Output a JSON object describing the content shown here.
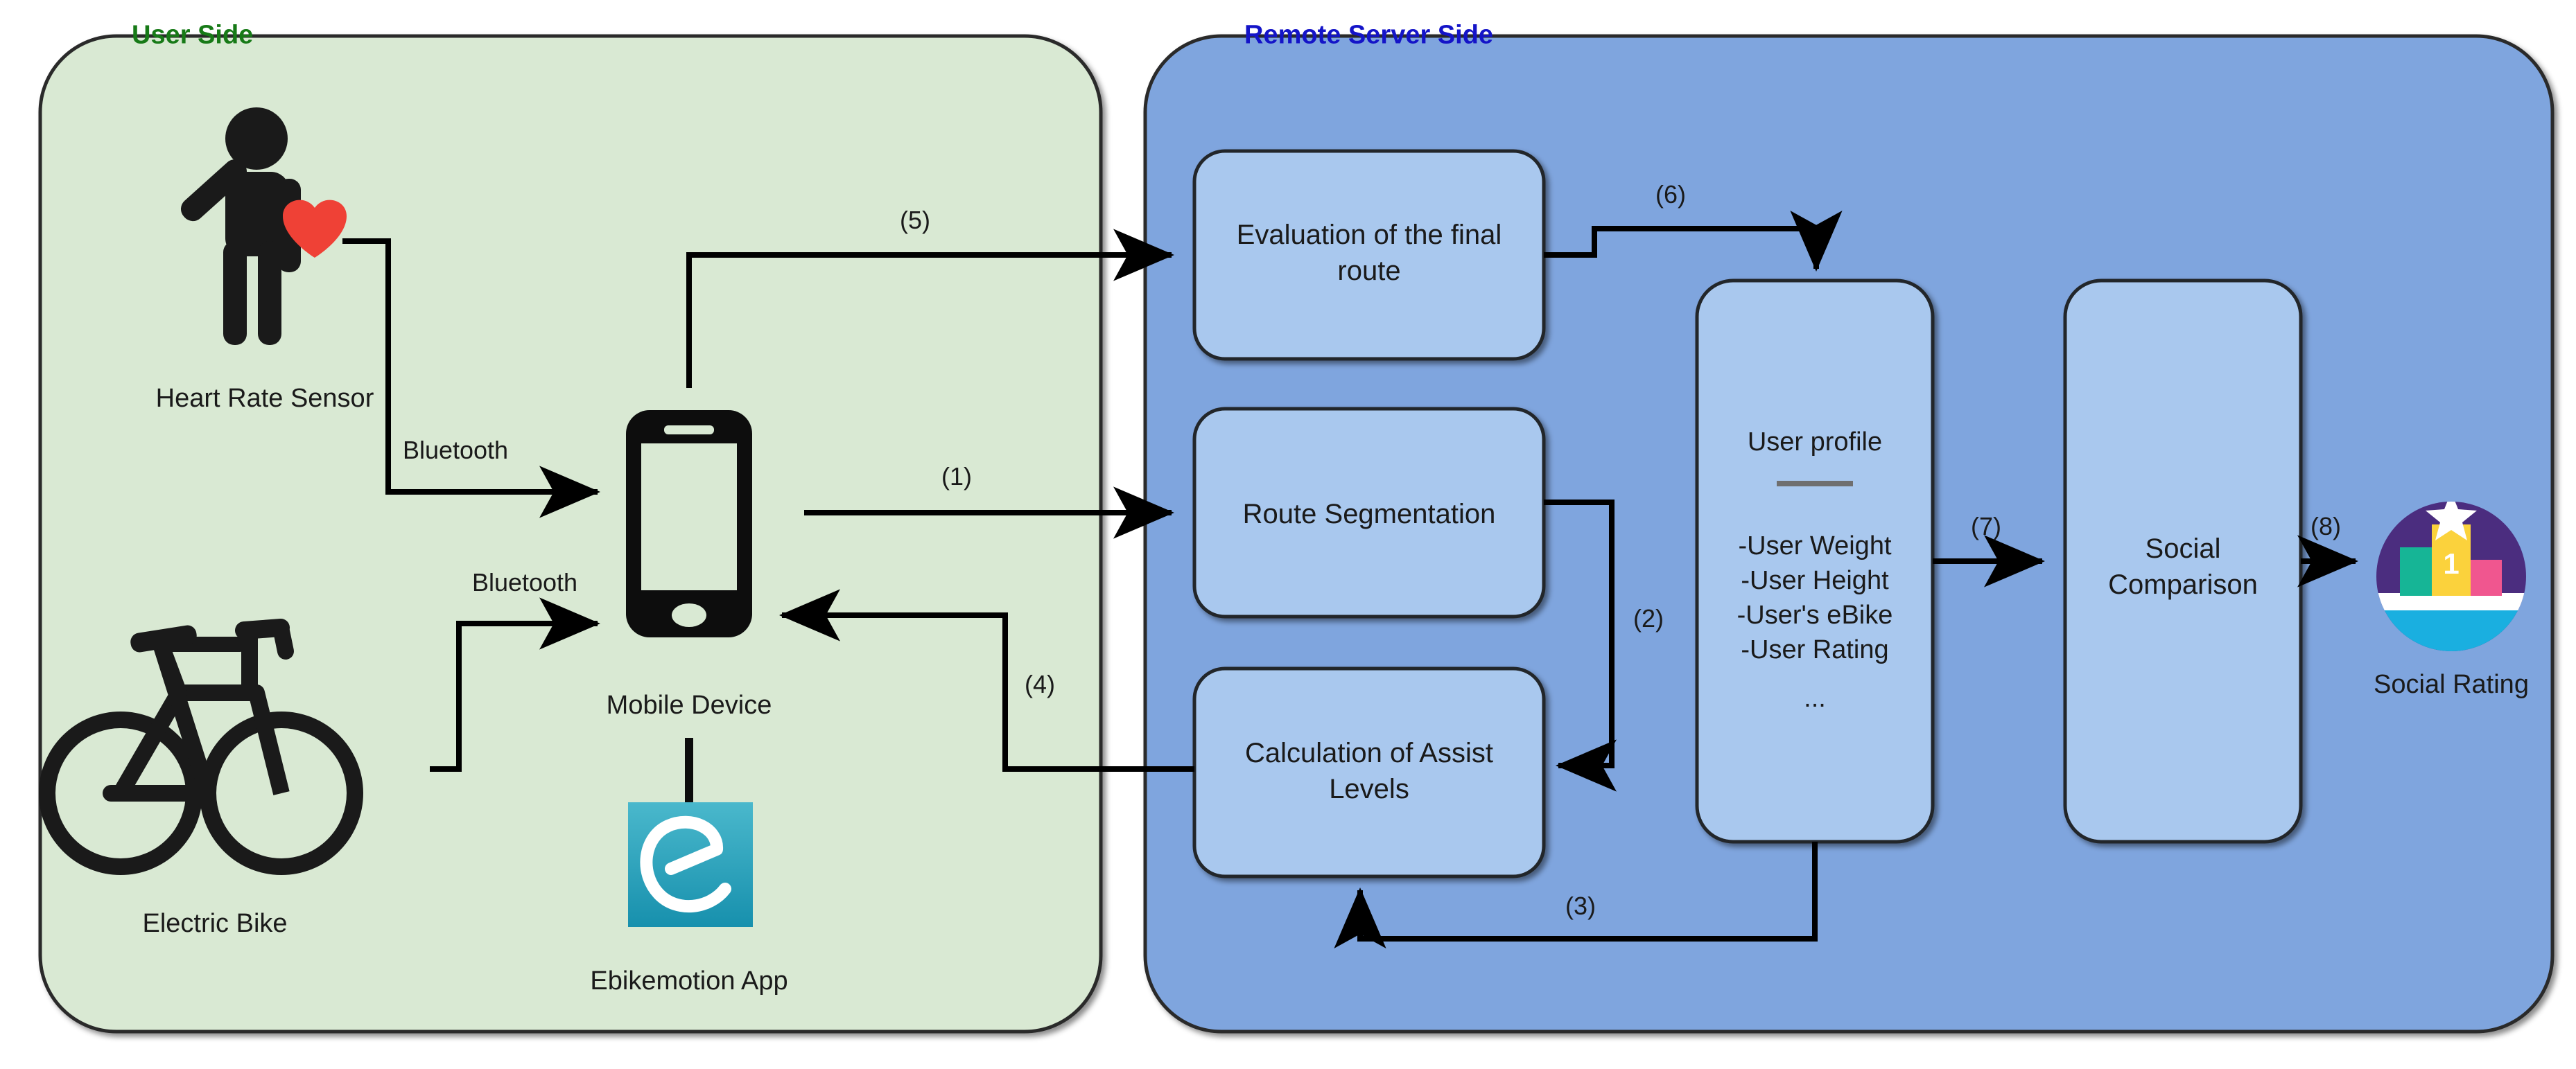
{
  "zones": {
    "user": {
      "label": "User Side",
      "color": "#177a17",
      "fill": "#d9e9d3"
    },
    "server": {
      "label": "Remote Server Side",
      "color": "#1414c8",
      "fill": "#7fa5de"
    }
  },
  "user_side": {
    "heart_rate_sensor": {
      "caption": "Heart Rate Sensor",
      "icon": "person-with-heart-icon",
      "heart_color": "#ef4136"
    },
    "electric_bike": {
      "caption": "Electric Bike",
      "icon": "bicycle-icon"
    },
    "mobile_device": {
      "caption": "Mobile Device",
      "icon": "smartphone-icon"
    },
    "ebikemotion_app": {
      "caption": "Ebikemotion App",
      "icon": "ebikemotion-logo-icon",
      "logo_color_top": "#3fb3c9",
      "logo_color_bottom": "#1a93ae",
      "logo_glyph": "e"
    },
    "bluetooth_labels": [
      "Bluetooth",
      "Bluetooth"
    ]
  },
  "server_side": {
    "boxes": [
      {
        "id": "evaluation",
        "lines": [
          "Evaluation of the final",
          "route"
        ]
      },
      {
        "id": "route-segmentation",
        "lines": [
          "Route Segmentation"
        ]
      },
      {
        "id": "assist-levels",
        "lines": [
          "Calculation of Assist",
          "Levels"
        ]
      },
      {
        "id": "social-comparison",
        "lines": [
          "Social",
          "Comparison"
        ]
      }
    ],
    "user_profile": {
      "title": "User profile",
      "items": [
        "-User Weight",
        "-User Height",
        "-User's eBike",
        "-User Rating",
        "..."
      ]
    },
    "social_rating": {
      "caption": "Social Rating",
      "icon": "podium-trophy-icon",
      "badge_color": "#4b2d7f",
      "podium_first_color": "#fbd23c",
      "podium_first_number": "1",
      "podium_second_color": "#16b596",
      "podium_third_color": "#f0568f",
      "base_color": "#1aafe0",
      "star_color": "#ffffff"
    }
  },
  "flows": [
    {
      "id": "1",
      "label": "(1)"
    },
    {
      "id": "2",
      "label": "(2)"
    },
    {
      "id": "3",
      "label": "(3)"
    },
    {
      "id": "4",
      "label": "(4)"
    },
    {
      "id": "5",
      "label": "(5)"
    },
    {
      "id": "6",
      "label": "(6)"
    },
    {
      "id": "7",
      "label": "(7)"
    },
    {
      "id": "8",
      "label": "(8)"
    }
  ]
}
